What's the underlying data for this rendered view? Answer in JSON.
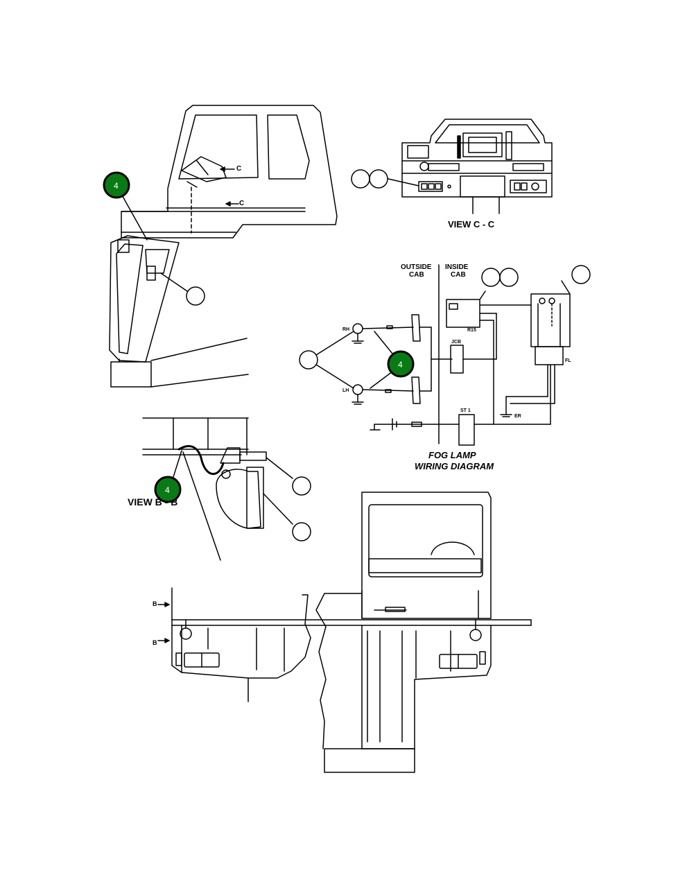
{
  "labels": {
    "view_cc": "VIEW C - C",
    "view_bb": "VIEW B - B",
    "outside_cab": [
      "OUTSIDE",
      "CAB"
    ],
    "inside_cab": [
      "INSIDE",
      "CAB"
    ],
    "diagram_title": [
      "FOG LAMP",
      "WIRING DIAGRAM"
    ],
    "section_c_mark": "C",
    "section_b_mark": "B",
    "wiring": {
      "rh": "RH",
      "lh": "LH",
      "jcb": "JCB",
      "r15": "R15",
      "st1": "ST 1",
      "er": "ER",
      "fl": "FL"
    }
  },
  "callouts": {
    "highlight_color": "#0a7a14",
    "highlighted_number": "4",
    "count_highlighted": 3,
    "count_blank": 9
  }
}
